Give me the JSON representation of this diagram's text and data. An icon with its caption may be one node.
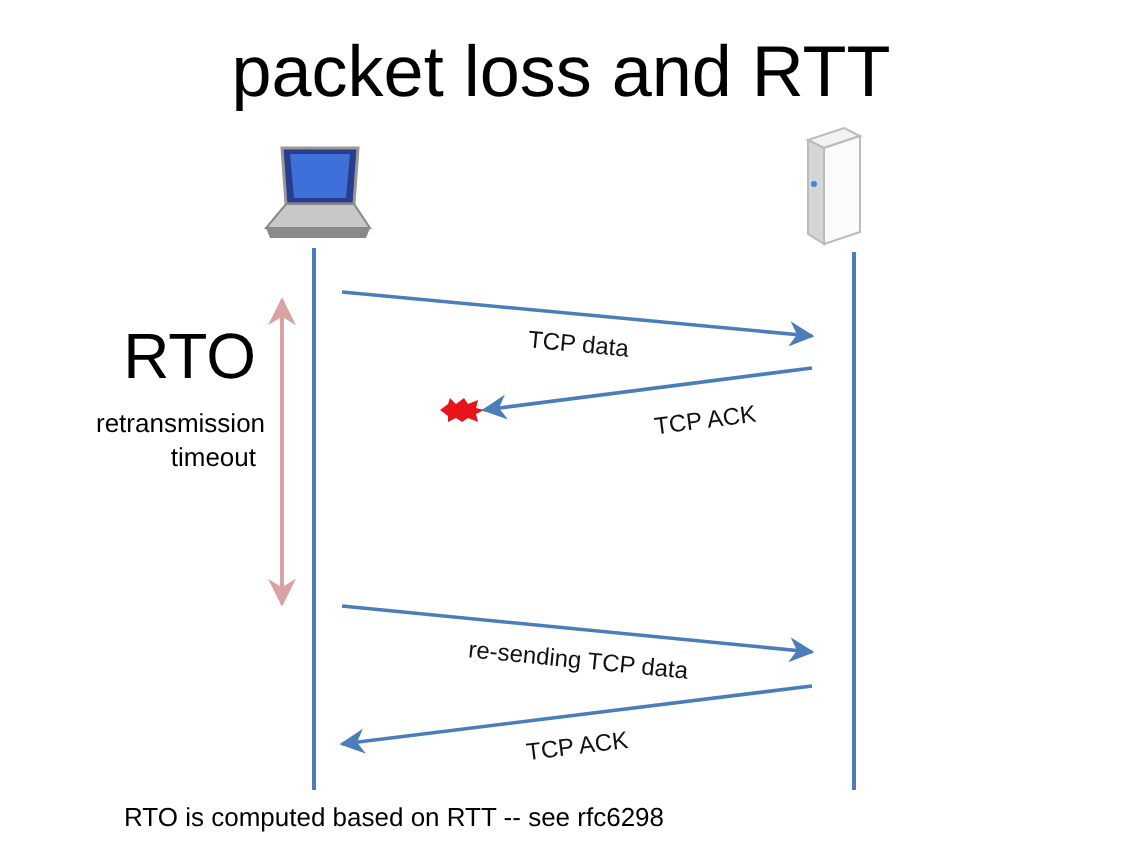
{
  "diagram": {
    "title": "packet loss and RTT",
    "nodes": [
      {
        "text": [],
        "shape": "laptop"
      },
      {
        "text": [],
        "shape": "server"
      },
      {
        "text": [],
        "shape": "burst"
      }
    ],
    "edges": [
      {
        "from": 0,
        "to": 1,
        "arrow": "to",
        "label": "TCP data"
      },
      {
        "from": 1,
        "to": 2,
        "arrow": "to",
        "label": "TCP ACK"
      },
      {
        "from": 0,
        "to": 1,
        "arrow": "to",
        "label": "re-sending TCP data"
      },
      {
        "from": 1,
        "to": 0,
        "arrow": "to",
        "label": "TCP ACK"
      }
    ],
    "labels": [
      "RTO",
      "retransmission timeout",
      "RTO is computed based on RTT -- see rfc6298"
    ]
  }
}
